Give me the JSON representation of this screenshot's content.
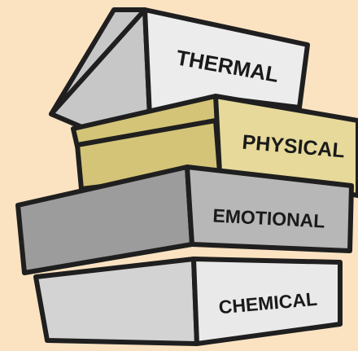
{
  "colors": {
    "background": "#fbe3c2",
    "outline": "#1f1f1f",
    "thermal_face": "#ececec",
    "thermal_side": "#c7c7c7",
    "physical_face": "#e6d99a",
    "physical_side": "#d4c477",
    "emotional_face": "#b7b7b7",
    "emotional_side": "#9c9c9c",
    "chemical_face": "#e9e9e9",
    "chemical_side": "#d3d3d3"
  },
  "boxes": {
    "thermal": {
      "label": "THERMAL"
    },
    "physical": {
      "label": "PHYSICAL"
    },
    "emotional": {
      "label": "EMOTIONAL"
    },
    "chemical": {
      "label": "CHEMICAL"
    }
  }
}
